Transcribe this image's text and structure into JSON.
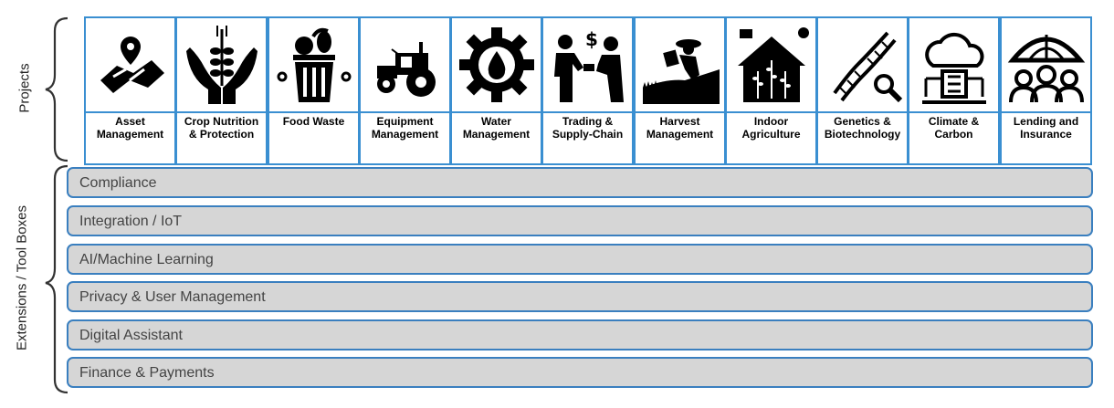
{
  "side_labels": {
    "projects": "Projects",
    "extensions": "Extensions / Tool Boxes"
  },
  "projects": [
    {
      "name": "Asset\nManagement",
      "icon": "map-pin-icon"
    },
    {
      "name": "Crop Nutrition\n& Protection",
      "icon": "hands-wheat-icon"
    },
    {
      "name": "Food Waste",
      "icon": "trash-food-icon"
    },
    {
      "name": "Equipment\nManagement",
      "icon": "tractor-icon"
    },
    {
      "name": "Water\nManagement",
      "icon": "gear-water-drop-icon"
    },
    {
      "name": "Trading &\nSupply-Chain",
      "icon": "trade-people-icon"
    },
    {
      "name": "Harvest\nManagement",
      "icon": "harvest-worker-icon"
    },
    {
      "name": "Indoor\nAgriculture",
      "icon": "greenhouse-icon"
    },
    {
      "name": "Genetics &\nBiotechnology",
      "icon": "dna-icon"
    },
    {
      "name": "Climate &\nCarbon",
      "icon": "cloud-circuit-icon"
    },
    {
      "name": "Lending and\nInsurance",
      "icon": "umbrella-people-icon"
    }
  ],
  "extensions": [
    "Compliance",
    "Integration / IoT",
    "AI/Machine Learning",
    "Privacy & User Management",
    "Digital Assistant",
    "Finance & Payments"
  ],
  "colors": {
    "project_border": "#3a8fd1",
    "extension_border": "#3a7fbf",
    "extension_fill": "#d6d6d6"
  }
}
